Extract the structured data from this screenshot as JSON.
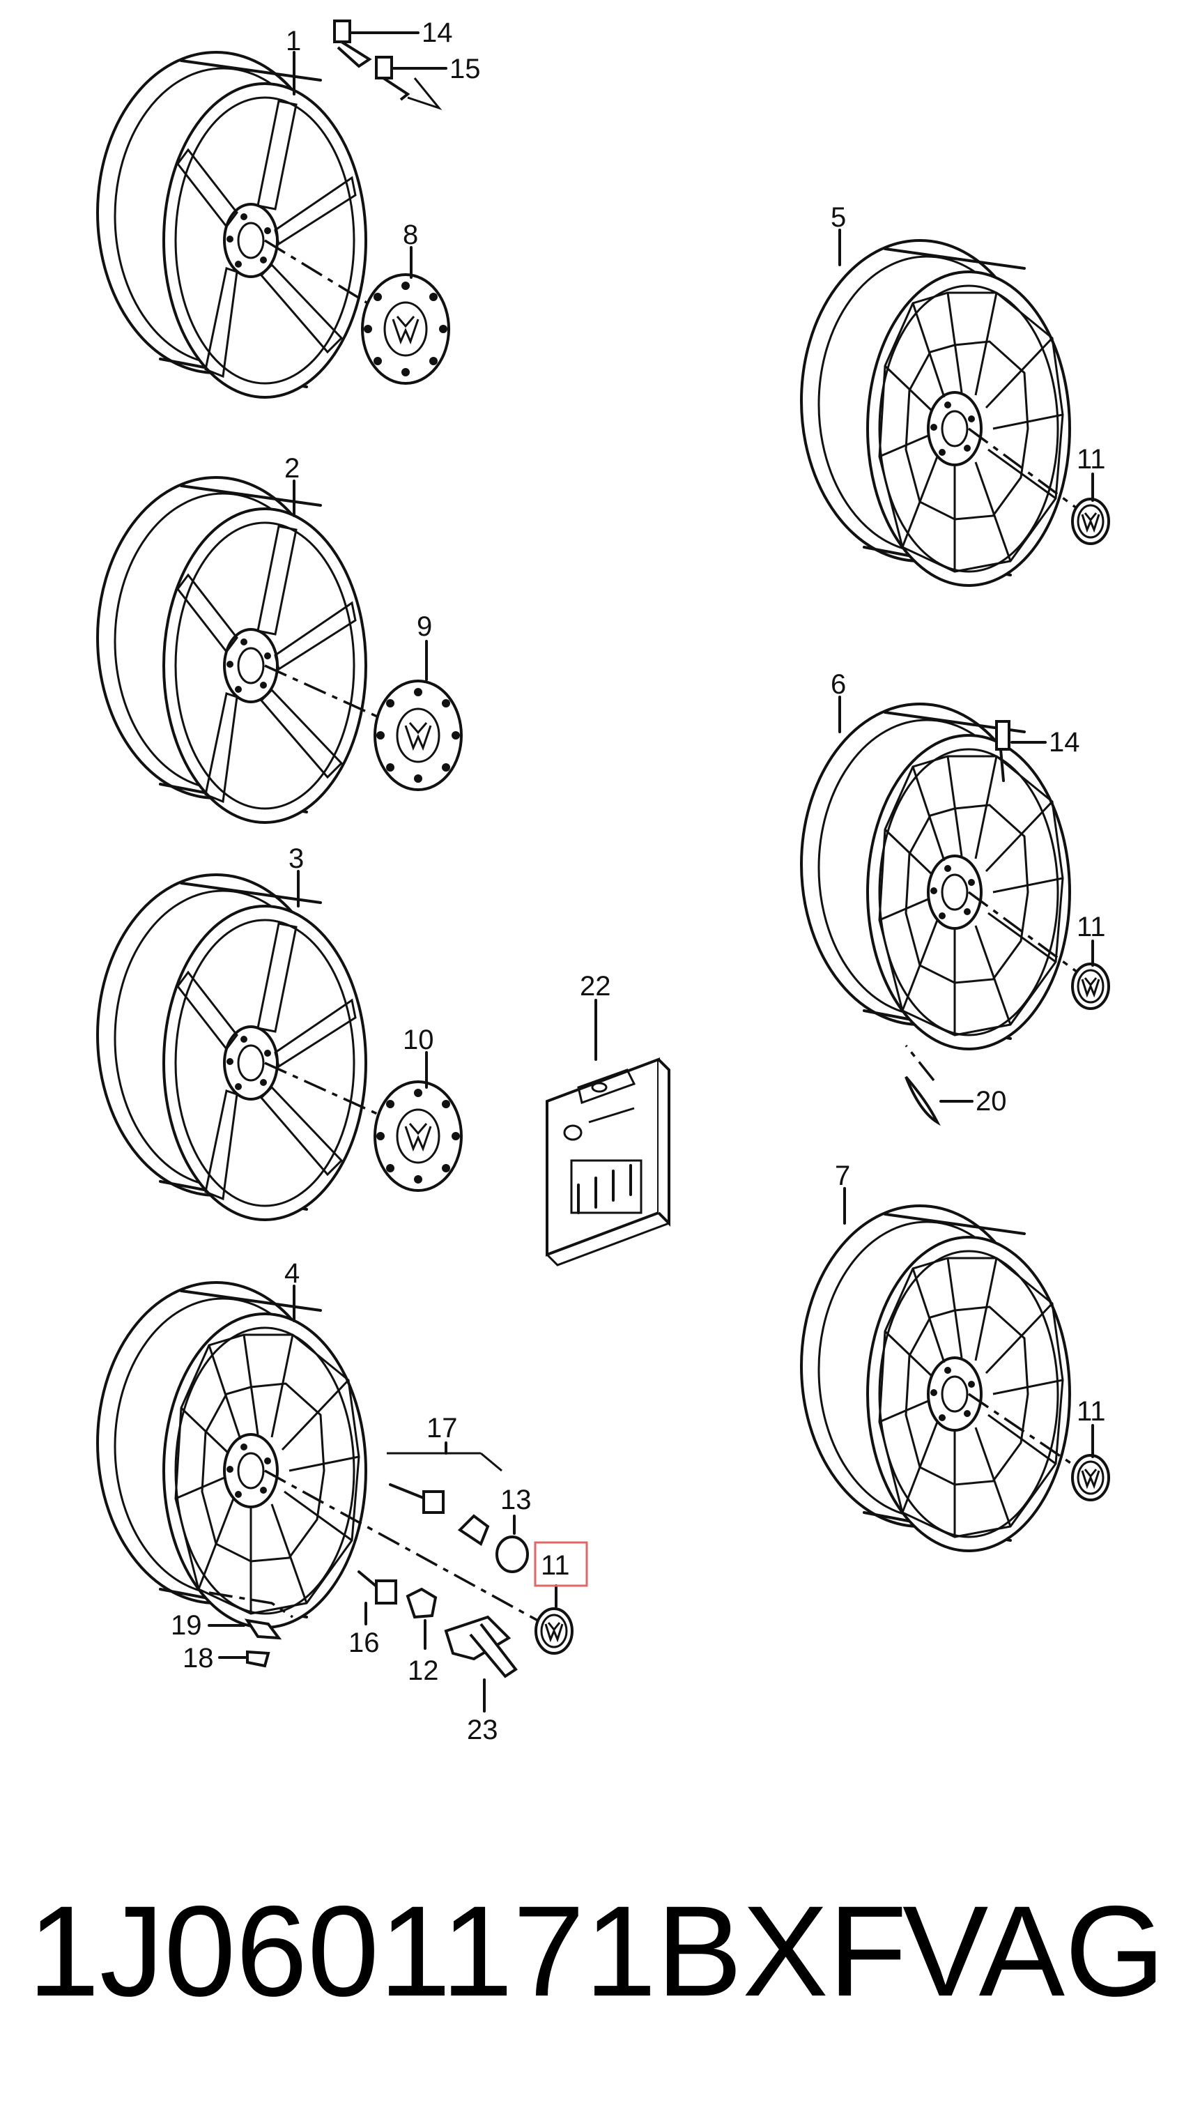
{
  "diagram": {
    "part_labels": [
      "1",
      "2",
      "3",
      "4",
      "5",
      "6",
      "7",
      "8",
      "9",
      "10",
      "11",
      "11",
      "11",
      "11",
      "11",
      "12",
      "13",
      "14",
      "14",
      "15",
      "16",
      "17",
      "18",
      "19",
      "20",
      "22",
      "23"
    ],
    "highlighted_label": "11",
    "highlight_color": "#e06666"
  },
  "footer": {
    "part_number": "1J0601171BXF",
    "brand": "VAG"
  }
}
